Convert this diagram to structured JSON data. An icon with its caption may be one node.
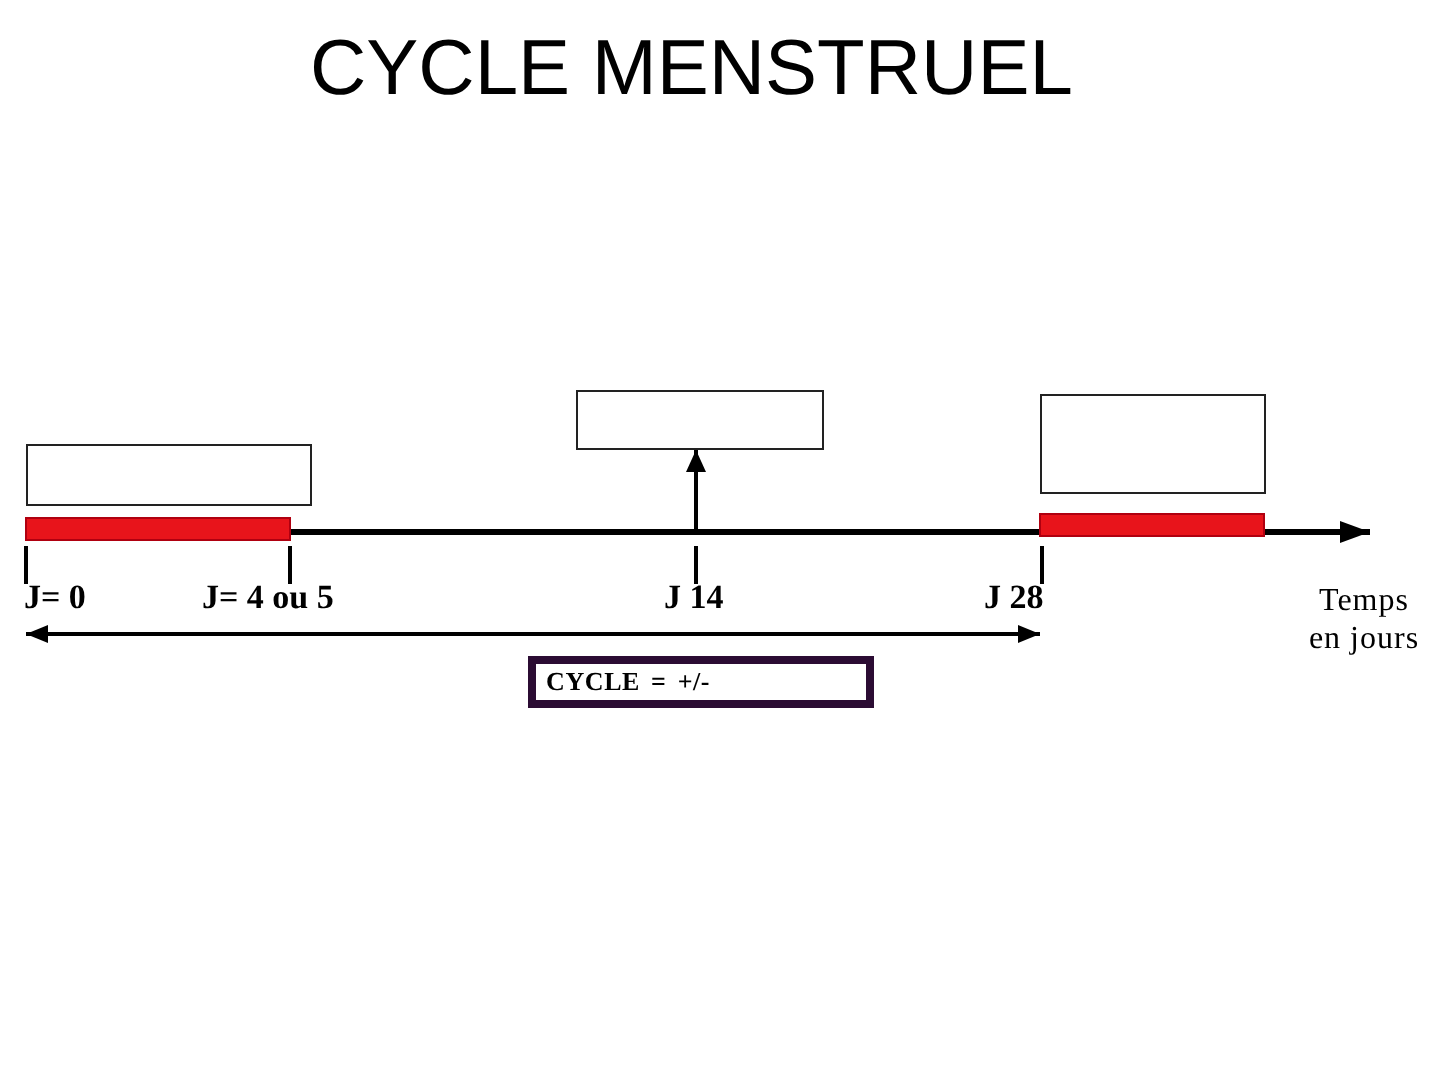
{
  "diagram": {
    "title": "CYCLE MENSTRUEL",
    "nodes": [
      {
        "text": [],
        "shape": "box"
      },
      {
        "text": [],
        "shape": "box"
      },
      {
        "text": [],
        "shape": "box"
      },
      {
        "text": [
          "CYCLE = +/-"
        ]
      }
    ],
    "edges": [
      {
        "from": null,
        "to": 1,
        "arrow": "to"
      }
    ],
    "labels": [
      "J= 0",
      "J= 4 ou 5",
      "J 14",
      "J 28",
      "Temps en jours"
    ]
  }
}
